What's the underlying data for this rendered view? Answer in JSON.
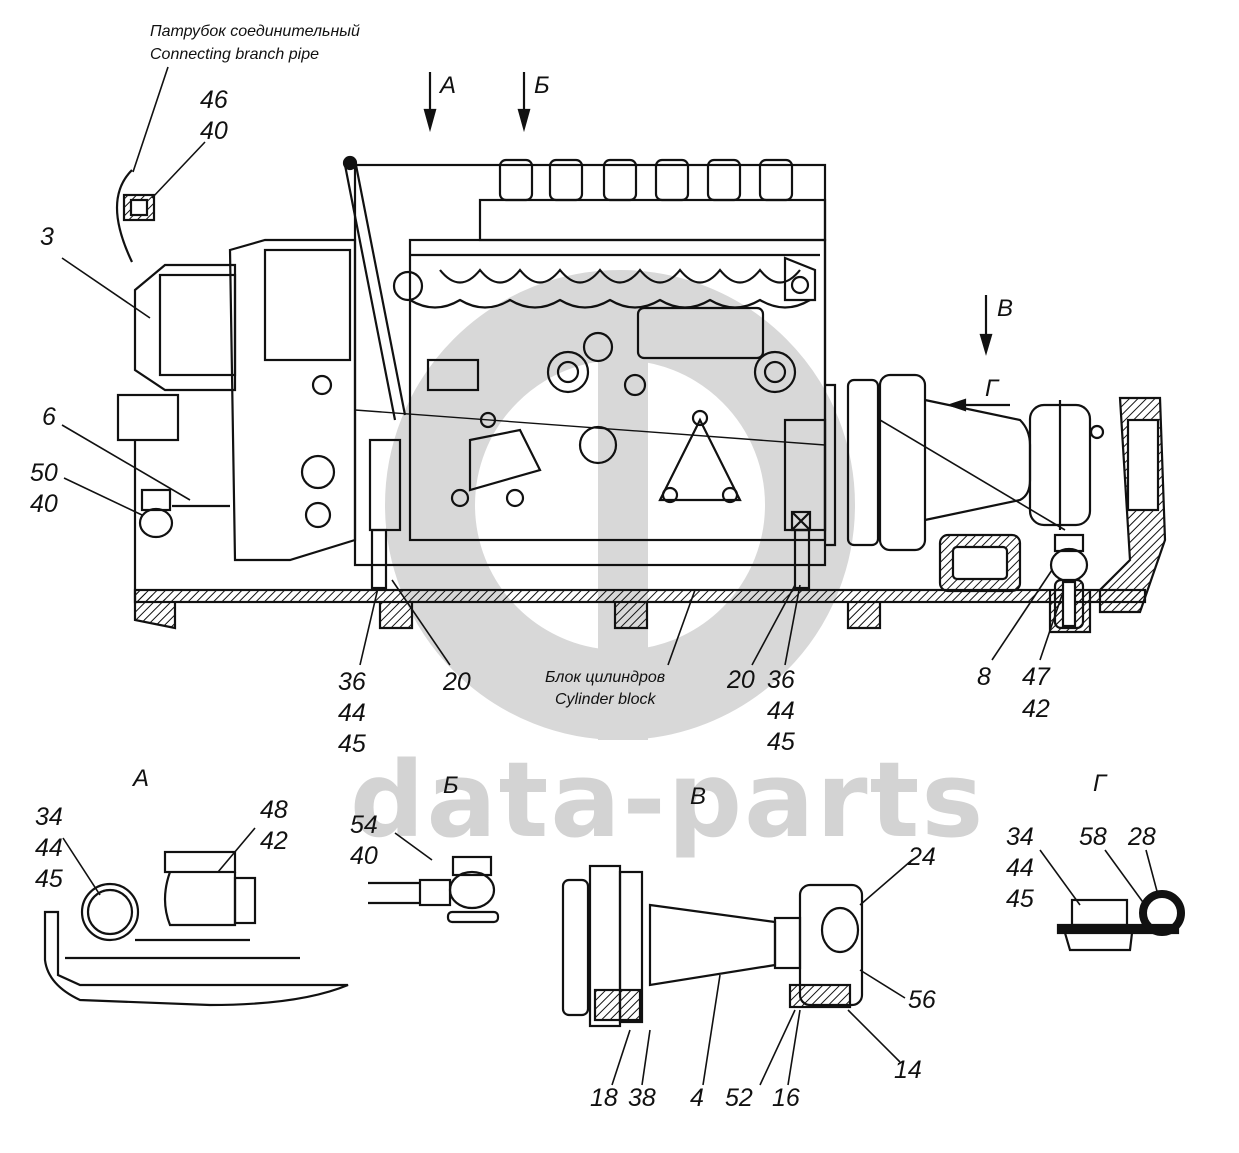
{
  "watermark": {
    "text": "data-parts",
    "color": "#d3d3d3"
  },
  "captions": {
    "branch_pipe_ru": "Патрубок соединительный",
    "branch_pipe_en": "Connecting branch pipe",
    "cylinder_block_ru": "Блок цилиндров",
    "cylinder_block_en": "Cylinder block"
  },
  "view_arrows": [
    "А",
    "Б",
    "В",
    "Г"
  ],
  "view_titles": {
    "a": "А",
    "b": "Б",
    "v": "В",
    "g": "Г"
  },
  "callouts": {
    "c46_40": [
      "46",
      "40"
    ],
    "c3": "3",
    "c6": "6",
    "c50_40": [
      "50",
      "40"
    ],
    "c36_44_45_left": [
      "36",
      "44",
      "45"
    ],
    "c20_left": "20",
    "c20_right": "20",
    "c36_44_45_right": [
      "36",
      "44",
      "45"
    ],
    "c8": "8",
    "c47_42": [
      "47",
      "42"
    ],
    "a_34_44_45": [
      "34",
      "44",
      "45"
    ],
    "a_48_42": [
      "48",
      "42"
    ],
    "b_54_40": [
      "54",
      "40"
    ],
    "v_24": "24",
    "v_56": "56",
    "v_14": "14",
    "v_18": "18",
    "v_38": "38",
    "v_4": "4",
    "v_52": "52",
    "v_16": "16",
    "g_34_44_45": [
      "34",
      "44",
      "45"
    ],
    "g_58": "58",
    "g_28": "28"
  }
}
